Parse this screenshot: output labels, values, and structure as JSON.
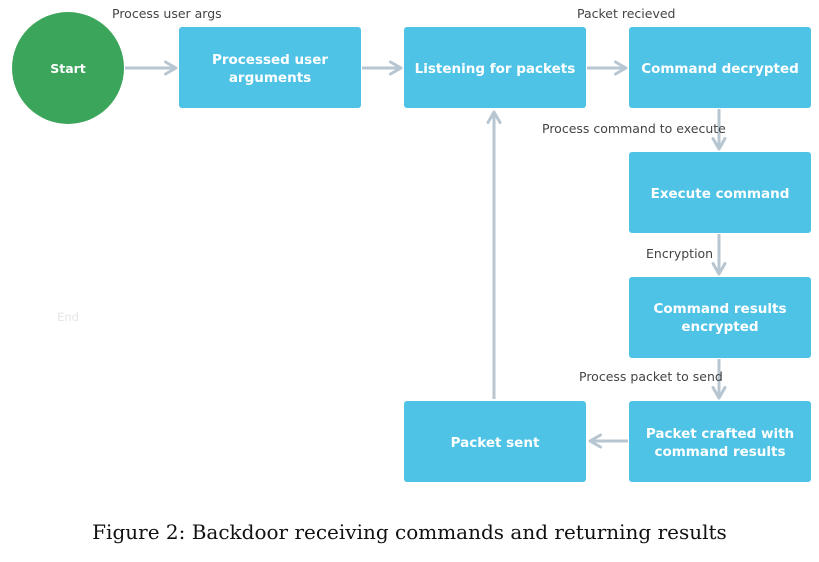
{
  "diagram": {
    "nodes": {
      "start": "Start",
      "processed_user_arguments": [
        "Processed user",
        "arguments"
      ],
      "listening_for_packets": "Listening for packets",
      "command_decrypted": "Command decrypted",
      "execute_command": "Execute command",
      "command_results_encrypted": [
        "Command results",
        "encrypted"
      ],
      "packet_crafted": [
        "Packet crafted with",
        "command results"
      ],
      "packet_sent": "Packet sent",
      "end": "End"
    },
    "edge_labels": {
      "process_user_args": "Process user args",
      "packet_received": "Packet recieved",
      "process_command": "Process command to execute",
      "encryption": "Encryption",
      "process_packet": "Process packet to send"
    }
  },
  "caption": "Figure 2: Backdoor receiving commands and returning results",
  "colors": {
    "start_node": "#3BA55C",
    "process_node": "#4FC3E6",
    "arrow": "#B7C6D0",
    "node_text": "#FFFFFF",
    "edge_text": "#444444"
  }
}
